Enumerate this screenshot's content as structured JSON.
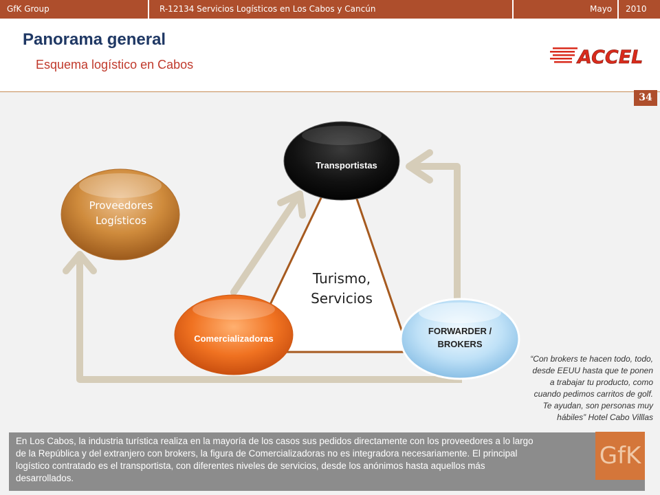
{
  "topbar": {
    "company": "GfK Group",
    "project": "R-12134 Servicios Logísticos en Los Cabos y Cancún",
    "month": "Mayo",
    "year": "2010"
  },
  "header": {
    "title": "Panorama general",
    "subtitle": "Esquema logístico en Cabos",
    "logo_text": "ACCEL"
  },
  "page_number": "34",
  "diagram": {
    "center_label_line1": "Turismo,",
    "center_label_line2": "Servicios",
    "nodes": {
      "transportistas": "Transportistas",
      "proveedores_line1": "Proveedores",
      "proveedores_line2": "Logísticos",
      "comercializadoras": "Comercializadoras",
      "forwarder_line1": "FORWARDER /",
      "forwarder_line2": "BROKERS"
    }
  },
  "quote": {
    "lines": [
      "“Con brokers te hacen todo, todo,",
      "desde EEUU  hasta que te ponen",
      "a trabajar tu producto, como",
      "cuando pedimos carritos de golf.",
      "Te ayudan, son personas muy",
      "hábiles” Hotel Cabo Villlas"
    ]
  },
  "bottom": {
    "lines": [
      "En Los Cabos, la industria turística realiza en la mayoría de los casos sus pedidos directamente con los proveedores a lo largo",
      "de la República y del extranjero con brokers, la figura de Comercializadoras no es integradora necesariamente. El principal",
      "logístico contratado es el transportista, con diferentes niveles de servicios, desde los anónimos hasta aquellos más",
      "desarrollados."
    ],
    "gfk_logo": "GfK"
  },
  "colors": {
    "brand": "#ae4e2c",
    "title": "#1f3864",
    "subtitle": "#c0392b",
    "arrow": "#d6cdb9",
    "triangle": "#a65a1f"
  }
}
